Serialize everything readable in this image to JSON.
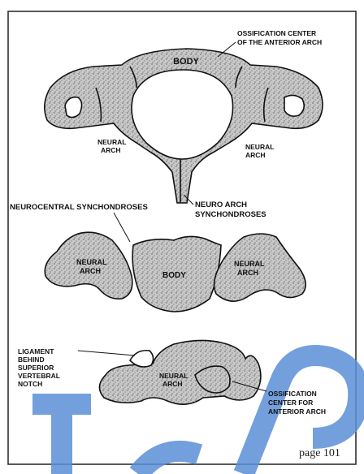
{
  "labels": {
    "ossification_anterior_arch": [
      "OSSIFICATION CENTER",
      "OF THE ANTERIOR ARCH"
    ],
    "body_top": "BODY",
    "neural_arch_left": [
      "NEURAL",
      "ARCH"
    ],
    "neural_arch_right": [
      "NEURAL",
      "ARCH"
    ],
    "neurocentral": "NEUROCENTRAL SYNCHONDROSES",
    "neuro_arch": [
      "NEURO ARCH",
      "SYNCHONDROSES"
    ],
    "middle_left_arch": [
      "NEURAL",
      "ARCH"
    ],
    "middle_body": "BODY",
    "middle_right_arch": [
      "NEURAL",
      "ARCH"
    ],
    "ligament": [
      "LIGAMENT",
      "BEHIND",
      "SUPERIOR",
      "VERTEBRAL",
      "NOTCH"
    ],
    "bottom_neural_arch": [
      "NEURAL",
      "ARCH"
    ],
    "ossification_center": [
      "OSSIFICATION",
      "CENTER FOR",
      "ANTERIOR ARCH"
    ]
  },
  "page_label": "page 101",
  "colors": {
    "stipple": "#9a9a9a",
    "ink": "#111111",
    "watermark": "#5b8fd6"
  }
}
